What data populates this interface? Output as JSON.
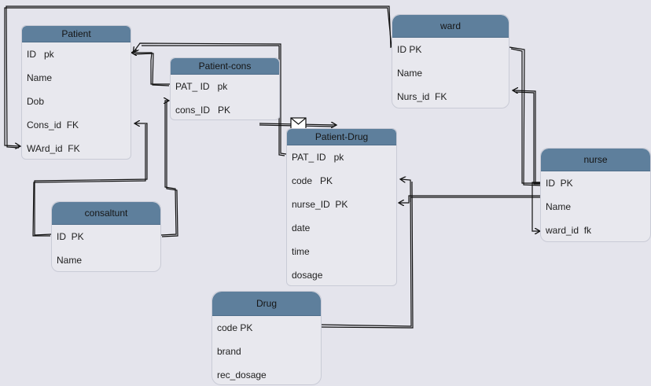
{
  "entities": {
    "patient": {
      "title": "Patient",
      "fields": [
        "ID   pk",
        "Name",
        "Dob",
        "Cons_id  FK",
        "WArd_id  FK"
      ]
    },
    "patient_cons": {
      "title": "Patient-cons",
      "fields": [
        "PAT_ ID   pk",
        "cons_ID   PK"
      ]
    },
    "ward": {
      "title": "ward",
      "fields": [
        "ID PK",
        "Name",
        "Nurs_id  FK"
      ]
    },
    "patient_drug": {
      "title": "Patient-Drug",
      "fields": [
        "PAT_ ID   pk",
        "code   PK",
        "nurse_ID  PK",
        "date",
        "time",
        "dosage"
      ]
    },
    "nurse": {
      "title": "nurse",
      "fields": [
        "ID  PK",
        "Name",
        "ward_id  fk"
      ]
    },
    "consaltunt": {
      "title": "consaltunt",
      "fields": [
        "ID  PK",
        "Name"
      ]
    },
    "drug": {
      "title": "Drug",
      "fields": [
        "code PK",
        "brand",
        "rec_dosage"
      ]
    }
  },
  "colors": {
    "header": "#5e7f9c",
    "body": "#e8e8ee",
    "background": "#e4e4ec",
    "line": "#111111"
  }
}
